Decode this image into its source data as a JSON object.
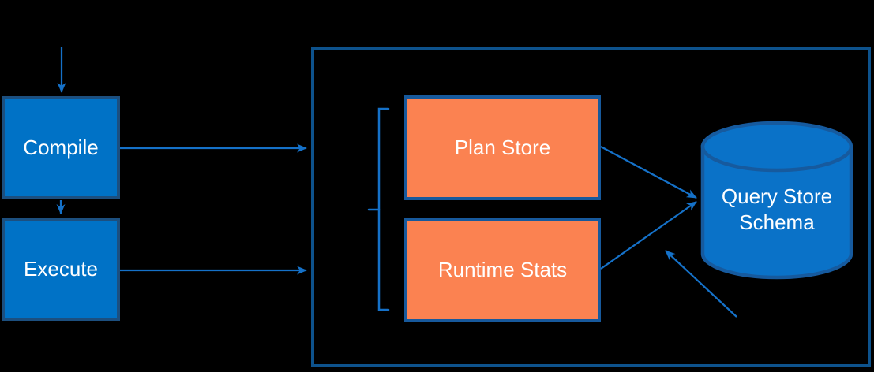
{
  "title": "Query Store architecture diagram",
  "colors": {
    "background": "#000000",
    "process_node_fill": "#0072C6",
    "process_node_border": "#1C4F7F",
    "store_node_fill": "#FB8251",
    "store_node_border": "#17599C",
    "container_border": "#0D528C",
    "arrow": "#1571C8",
    "cylinder_fill": "#0A72C8",
    "cylinder_border": "#165A9E",
    "label_text": "#FFFFFF"
  },
  "nodes": {
    "compile": {
      "label": "Compile"
    },
    "execute": {
      "label": "Execute"
    },
    "plan_store": {
      "label": "Plan Store"
    },
    "runtime_stats": {
      "label": "Runtime Stats"
    },
    "query_store_schema": {
      "label": "Query Store Schema"
    }
  },
  "edges": [
    {
      "from": "top",
      "to": "compile",
      "style": "arrow-down"
    },
    {
      "from": "compile",
      "to": "execute",
      "style": "arrow-down"
    },
    {
      "from": "compile",
      "to": "query-store-container",
      "style": "arrow-right"
    },
    {
      "from": "execute",
      "to": "query-store-container",
      "style": "arrow-right"
    },
    {
      "from": "plan_store",
      "to": "query_store_schema",
      "style": "arrow-diagonal"
    },
    {
      "from": "runtime_stats",
      "to": "query_store_schema",
      "style": "arrow-diagonal"
    },
    {
      "from": "bottom-right",
      "to": "runtime-stats-to-schema-line",
      "style": "arrow-diagonal"
    }
  ],
  "decorations": {
    "left_brace": "groups Plan Store and Runtime Stats inside the container"
  }
}
